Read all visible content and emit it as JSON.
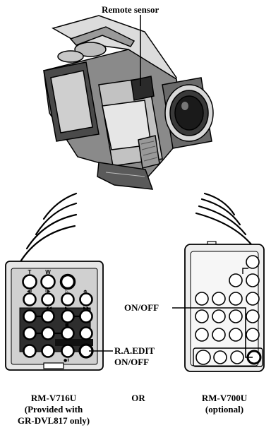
{
  "labels": {
    "remote_sensor": "Remote sensor",
    "on_off": "ON/OFF",
    "ra_edit": "R.A.EDIT",
    "ra_edit_on_off": "ON/OFF",
    "or": "OR"
  },
  "remote_left": {
    "model": "RM-V716U",
    "note_line1": "(Provided with",
    "note_line2": "GR-DVL817 only)",
    "button_letters": [
      "T",
      "W"
    ]
  },
  "remote_right": {
    "model": "RM-V700U",
    "note": "(optional)"
  },
  "colors": {
    "body_light": "#eeeeee",
    "body_mid": "#c8c8c8",
    "body_dark": "#3a3a3a",
    "ink": "#000000"
  },
  "icons": [
    "camcorder-icon",
    "signal-waves-icon",
    "remote-control-icon"
  ]
}
